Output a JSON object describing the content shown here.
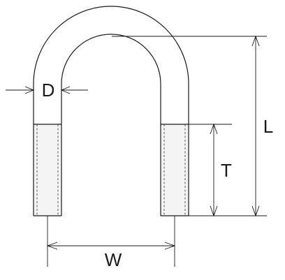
{
  "labels": {
    "diameter": "D",
    "width": "W",
    "thread_length": "T",
    "overall_length": "L"
  }
}
